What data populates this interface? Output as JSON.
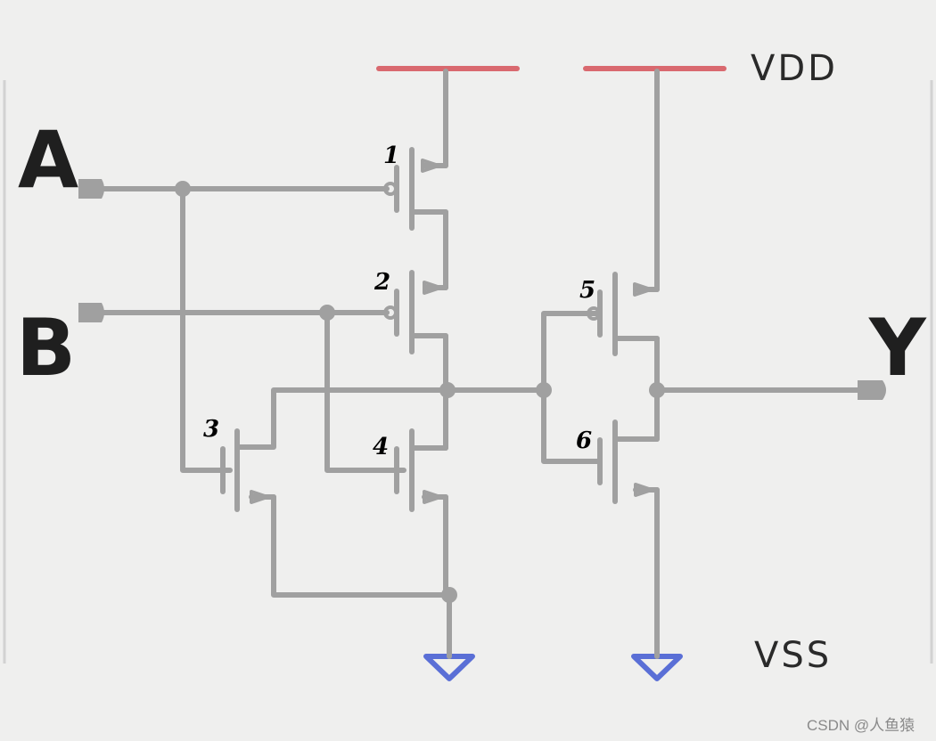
{
  "inputs": {
    "a": "A",
    "b": "B"
  },
  "output": {
    "y": "Y"
  },
  "rails": {
    "vdd": "VDD",
    "vss": "VSS"
  },
  "transistors": [
    "1",
    "2",
    "3",
    "4",
    "5",
    "6"
  ],
  "watermark": "CSDN @人鱼猿",
  "colors": {
    "wire": "#a0a0a0",
    "vdd": "#d9696f",
    "vss": "#5a6fd6",
    "text": "#1f1f1f"
  }
}
